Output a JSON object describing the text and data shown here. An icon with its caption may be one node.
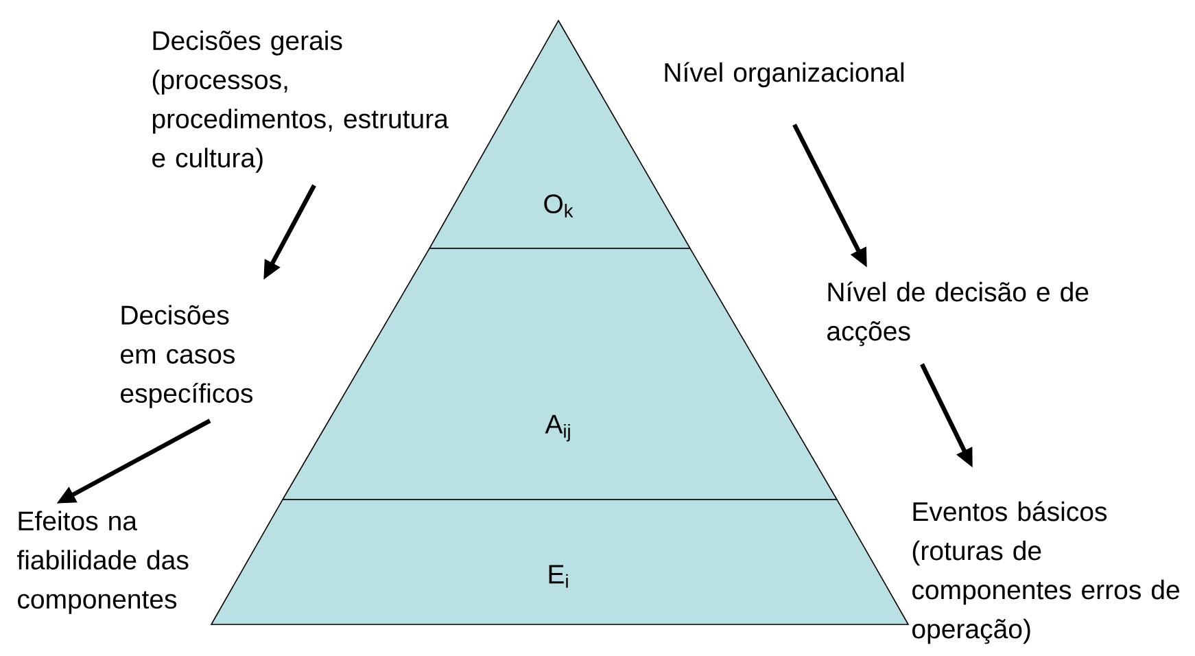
{
  "diagram": {
    "nodes": [
      {
        "text": [
          "O$_{k}$"
        ]
      },
      {
        "text": [
          "A$_{ij}$"
        ]
      },
      {
        "text": [
          "E$_{i}$"
        ]
      },
      {
        "text": [
          "Decisões gerais (processos, procedimentos, estrutura e cultura)"
        ]
      },
      {
        "text": [
          "Decisões em casos específicos"
        ]
      },
      {
        "text": [
          "Efeitos na fiabilidade das componentes"
        ]
      },
      {
        "text": [
          "Nível organizacional"
        ]
      },
      {
        "text": [
          "Nível de decisão e de acções"
        ]
      },
      {
        "text": [
          "Eventos básicos (roturas de componentes erros de operação)"
        ]
      }
    ],
    "edges": [
      {
        "from": 3,
        "to": 4,
        "arrow": "to"
      },
      {
        "from": 4,
        "to": 5,
        "arrow": "to"
      },
      {
        "from": 6,
        "to": 7,
        "arrow": "to"
      },
      {
        "from": 7,
        "to": 8,
        "arrow": "to"
      }
    ]
  }
}
